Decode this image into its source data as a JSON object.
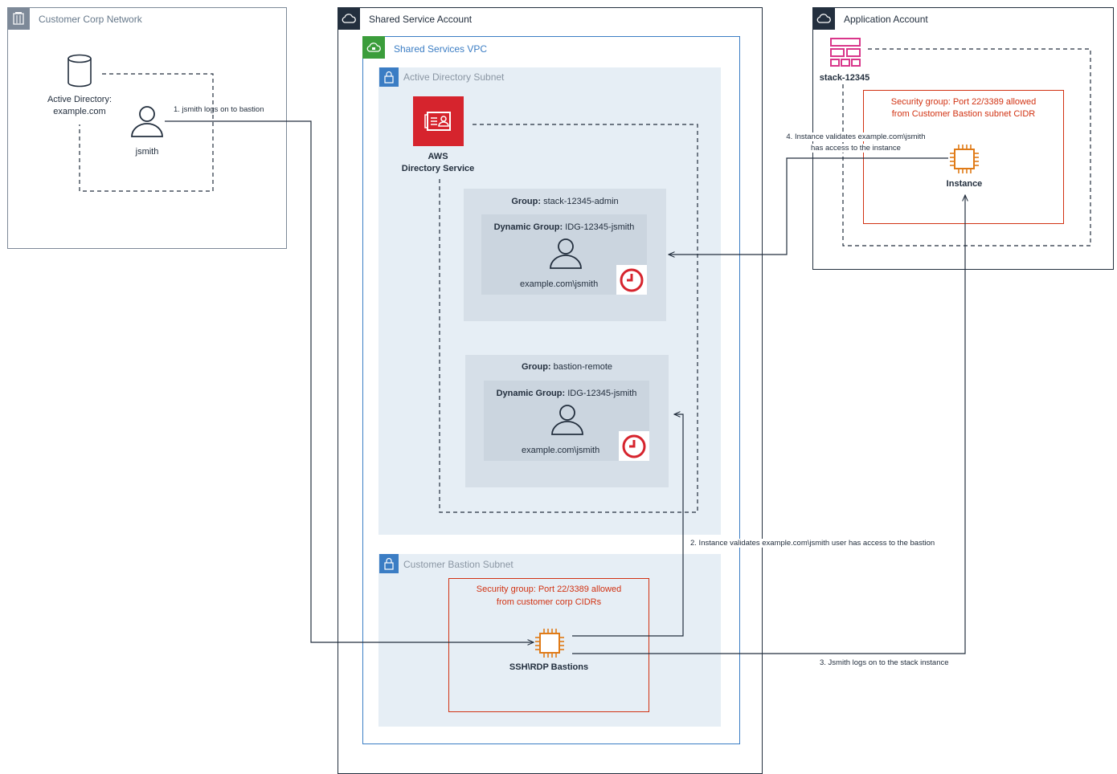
{
  "customer_network": {
    "title": "Customer Corp Network",
    "active_directory_label_line1": "Active Directory:",
    "active_directory_label_line2": "example.com",
    "user_label": "jsmith",
    "step1_label": "1. jsmith logs on to bastion"
  },
  "shared_service_account": {
    "title": "Shared Service Account",
    "vpc_title": "Shared Services VPC",
    "ad_subnet_title": "Active Directory Subnet",
    "directory_service_line1": "AWS",
    "directory_service_line2": "Directory Service",
    "group1": {
      "prefix": "Group:",
      "name": "stack-12345-admin",
      "dynamic_prefix": "Dynamic Group:",
      "dynamic_name": "IDG-12345-jsmith",
      "user": "example.com\\jsmith"
    },
    "group2": {
      "prefix": "Group:",
      "name": "bastion-remote",
      "dynamic_prefix": "Dynamic Group:",
      "dynamic_name": "IDG-12345-jsmith",
      "user": "example.com\\jsmith"
    },
    "bastion_subnet_title": "Customer Bastion Subnet",
    "bastion_sg_line1": "Security group: Port 22/3389 allowed",
    "bastion_sg_line2": "from customer corp CIDRs",
    "bastions_label": "SSH\\RDP Bastions"
  },
  "application_account": {
    "title": "Application Account",
    "stack_label": "stack-12345",
    "sg_line1": "Security group: Port 22/3389 allowed",
    "sg_line2": "from Customer Bastion subnet CIDR",
    "instance_label": "Instance"
  },
  "steps": {
    "step2": "2. Instance validates example.com\\jsmith user has access to the bastion",
    "step3": "3. Jsmith logs on to the stack instance",
    "step4_line1": "4. Instance validates example.com\\jsmith",
    "step4_line2": "has access to the instance"
  },
  "colors": {
    "account_border": "#232f3e",
    "corp_border": "#7d8998",
    "vpc_border": "#3b7dc4",
    "subnet_fill": "#e6eef5",
    "group_fill": "#d6dfe8",
    "dynamic_fill": "#cbd5df",
    "security_group": "#d13212",
    "ec2_orange": "#e07b18",
    "directory_red": "#d6242d",
    "stack_pink": "#d9368a"
  }
}
